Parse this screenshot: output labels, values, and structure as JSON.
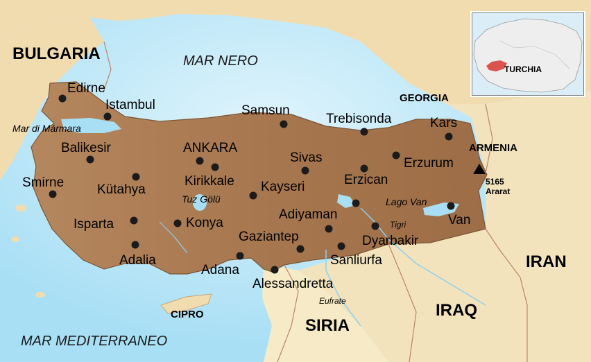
{
  "countries": {
    "bulgaria": "BULGARIA",
    "georgia": "GEORGIA",
    "armenia": "ARMENIA",
    "iran": "IRAN",
    "iraq": "IRAQ",
    "siria": "SIRIA",
    "cipro": "CIPRO"
  },
  "seas": {
    "black_sea": "MAR NERO",
    "mediterranean": "MAR MEDITERRANEO"
  },
  "features": {
    "marmara": "Mar di Mármara",
    "tuz_golu": "Tuz Gölü",
    "lago_van": "Lago Van",
    "tigri": "Tigri",
    "eufrate": "Eufrate",
    "ararat_height": "5165",
    "ararat": "Ararat"
  },
  "cities": {
    "edirne": "Edirne",
    "istambul": "Istambul",
    "balikesir": "Balikesir",
    "smirne": "Smirne",
    "kutahya": "Kütahya",
    "isparta": "Isparta",
    "adalia": "Adalia",
    "konya": "Konya",
    "ankara": "ANKARA",
    "kirikkale": "Kirikkale",
    "samsun": "Samsun",
    "sivas": "Sivas",
    "kayseri": "Kayseri",
    "adana": "Adana",
    "gaziantep": "Gaziantep",
    "alessandretta": "Alessandretta",
    "adiyaman": "Adiyaman",
    "sanliurfa": "Sanliurfa",
    "dyarbakir": "Dyarbakir",
    "trebisonda": "Trebisonda",
    "erzican": "Erzican",
    "erzurum": "Erzurum",
    "kars": "Kars",
    "van": "Van"
  },
  "inset": {
    "label": "TURCHIA"
  },
  "colors": {
    "sea": "#a9dff5",
    "land": "#f2dfb4",
    "turkey": "#a0714c",
    "border": "#b9846b",
    "inset_highlight": "#d9534f"
  }
}
